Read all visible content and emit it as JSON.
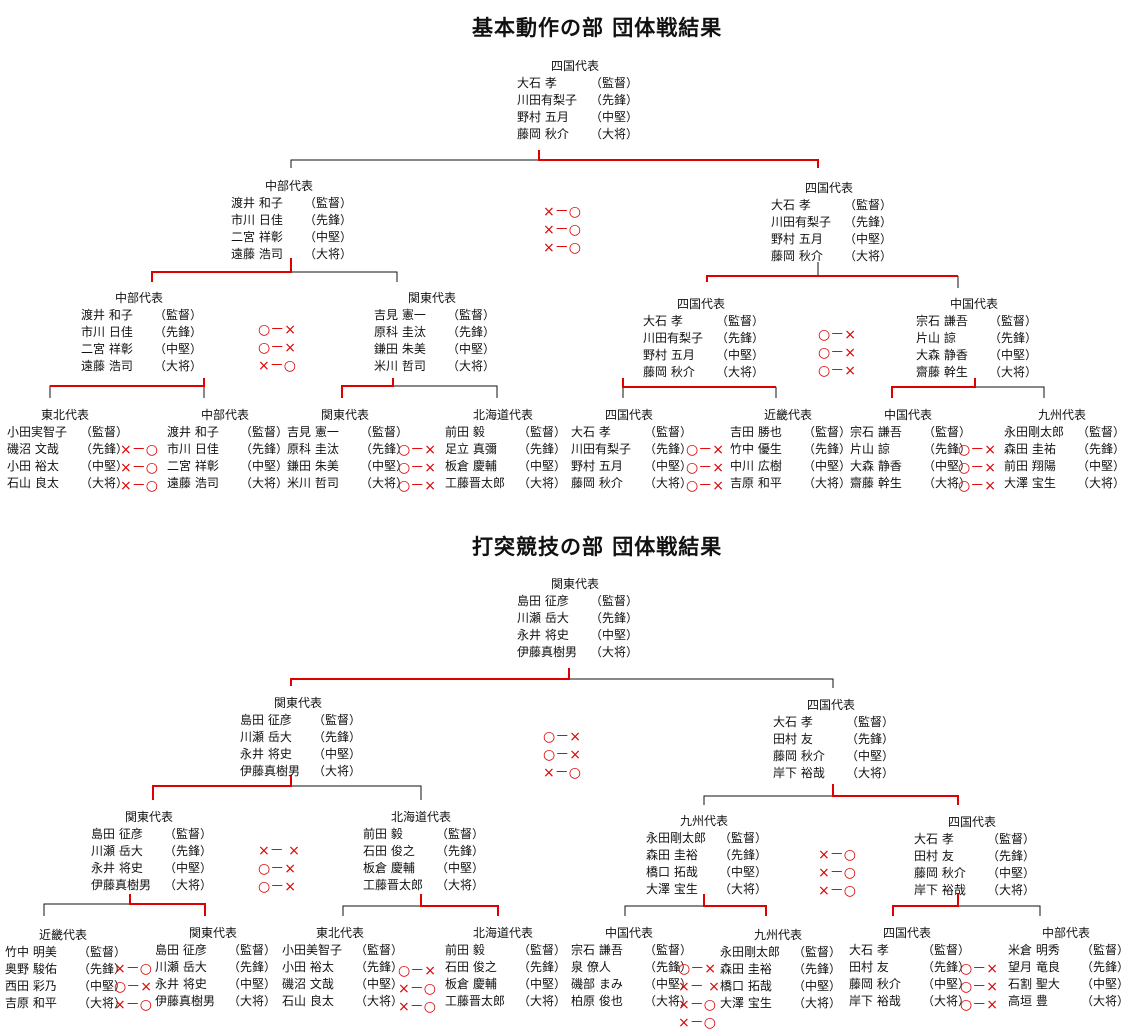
{
  "sections": [
    {
      "title": "基本動作の部 団体戦結果",
      "teams": [
        {
          "name": "四国代表",
          "members": [
            [
              "大石 孝",
              "（監督）"
            ],
            [
              "川田有梨子",
              "（先鋒）"
            ],
            [
              "野村 五月",
              "（中堅）"
            ],
            [
              "藤岡 秋介",
              "（大将）"
            ]
          ]
        },
        {
          "name": "中部代表",
          "members": [
            [
              "渡井 和子",
              "（監督）"
            ],
            [
              "市川 日佳",
              "（先鋒）"
            ],
            [
              "二宮 祥彰",
              "（中堅）"
            ],
            [
              "遠藤 浩司",
              "（大将）"
            ]
          ]
        },
        {
          "name": "四国代表",
          "members": [
            [
              "大石 孝",
              "（監督）"
            ],
            [
              "川田有梨子",
              "（先鋒）"
            ],
            [
              "野村 五月",
              "（中堅）"
            ],
            [
              "藤岡 秋介",
              "（大将）"
            ]
          ]
        },
        {
          "name": "中部代表",
          "members": [
            [
              "渡井 和子",
              "（監督）"
            ],
            [
              "市川 日佳",
              "（先鋒）"
            ],
            [
              "二宮 祥彰",
              "（中堅）"
            ],
            [
              "遠藤 浩司",
              "（大将）"
            ]
          ]
        },
        {
          "name": "関東代表",
          "members": [
            [
              "吉見 憲一",
              "（監督）"
            ],
            [
              "原科 圭汰",
              "（先鋒）"
            ],
            [
              "鎌田 朱美",
              "（中堅）"
            ],
            [
              "米川 哲司",
              "（大将）"
            ]
          ]
        },
        {
          "name": "四国代表",
          "members": [
            [
              "大石 孝",
              "（監督）"
            ],
            [
              "川田有梨子",
              "（先鋒）"
            ],
            [
              "野村 五月",
              "（中堅）"
            ],
            [
              "藤岡 秋介",
              "（大将）"
            ]
          ]
        },
        {
          "name": "中国代表",
          "members": [
            [
              "宗石 謙吾",
              "（監督）"
            ],
            [
              "片山 諒",
              "（先鋒）"
            ],
            [
              "大森 静香",
              "（中堅）"
            ],
            [
              "齋藤 幹生",
              "（大将）"
            ]
          ]
        },
        {
          "name": "東北代表",
          "members": [
            [
              "小田実智子",
              "（監督）"
            ],
            [
              "磯沼 文哉",
              "（先鋒）"
            ],
            [
              "小田 裕太",
              "（中堅）"
            ],
            [
              "石山 良太",
              "（大将）"
            ]
          ]
        },
        {
          "name": "中部代表",
          "members": [
            [
              "渡井 和子",
              "（監督）"
            ],
            [
              "市川 日佳",
              "（先鋒）"
            ],
            [
              "二宮 祥彰",
              "（中堅）"
            ],
            [
              "遠藤 浩司",
              "（大将）"
            ]
          ]
        },
        {
          "name": "関東代表",
          "members": [
            [
              "吉見 憲一",
              "（監督）"
            ],
            [
              "原科 圭汰",
              "（先鋒）"
            ],
            [
              "鎌田 朱美",
              "（中堅）"
            ],
            [
              "米川 哲司",
              "（大将）"
            ]
          ]
        },
        {
          "name": "北海道代表",
          "members": [
            [
              "前田 毅",
              "（監督）"
            ],
            [
              "足立 真彌",
              "（先鋒）"
            ],
            [
              "板倉 慶輔",
              "（中堅）"
            ],
            [
              "工藤晋太郎",
              "（大将）"
            ]
          ]
        },
        {
          "name": "四国代表",
          "members": [
            [
              "大石 孝",
              "（監督）"
            ],
            [
              "川田有梨子",
              "（先鋒）"
            ],
            [
              "野村 五月",
              "（中堅）"
            ],
            [
              "藤岡 秋介",
              "（大将）"
            ]
          ]
        },
        {
          "name": "近畿代表",
          "members": [
            [
              "吉田 勝也",
              "（監督）"
            ],
            [
              "竹中 優生",
              "（先鋒）"
            ],
            [
              "中川 広樹",
              "（中堅）"
            ],
            [
              "吉原 和平",
              "（大将）"
            ]
          ]
        },
        {
          "name": "中国代表",
          "members": [
            [
              "宗石 謙吾",
              "（監督）"
            ],
            [
              "片山 諒",
              "（先鋒）"
            ],
            [
              "大森 静香",
              "（中堅）"
            ],
            [
              "齋藤 幹生",
              "（大将）"
            ]
          ]
        },
        {
          "name": "九州代表",
          "members": [
            [
              "永田剛太郎",
              "（監督）"
            ],
            [
              "森田 圭祐",
              "（先鋒）"
            ],
            [
              "前田 翔陽",
              "（中堅）"
            ],
            [
              "大澤 宝生",
              "（大将）"
            ]
          ]
        }
      ],
      "results": [
        [
          "×－○",
          "×－○",
          "×－○"
        ],
        [
          "○－×",
          "○－×",
          "×－○"
        ],
        [
          "○－×",
          "○－×",
          "○－×"
        ],
        [
          "×－○",
          "×－○",
          "×－○"
        ],
        [
          "○－×",
          "○－×",
          "○－×"
        ],
        [
          "○－×",
          "○－×",
          "○－×"
        ],
        [
          "○－×",
          "○－×",
          "○－×"
        ]
      ]
    },
    {
      "title": "打突競技の部 団体戦結果",
      "teams": [
        {
          "name": "関東代表",
          "members": [
            [
              "島田 征彦",
              "（監督）"
            ],
            [
              "川瀬 岳大",
              "（先鋒）"
            ],
            [
              "永井 将史",
              "（中堅）"
            ],
            [
              "伊藤真樹男",
              "（大将）"
            ]
          ]
        },
        {
          "name": "関東代表",
          "members": [
            [
              "島田 征彦",
              "（監督）"
            ],
            [
              "川瀬 岳大",
              "（先鋒）"
            ],
            [
              "永井 将史",
              "（中堅）"
            ],
            [
              "伊藤真樹男",
              "（大将）"
            ]
          ]
        },
        {
          "name": "四国代表",
          "members": [
            [
              "大石 孝",
              "（監督）"
            ],
            [
              "田村 友",
              "（先鋒）"
            ],
            [
              "藤岡 秋介",
              "（中堅）"
            ],
            [
              "岸下 裕哉",
              "（大将）"
            ]
          ]
        },
        {
          "name": "関東代表",
          "members": [
            [
              "島田 征彦",
              "（監督）"
            ],
            [
              "川瀬 岳大",
              "（先鋒）"
            ],
            [
              "永井 将史",
              "（中堅）"
            ],
            [
              "伊藤真樹男",
              "（大将）"
            ]
          ]
        },
        {
          "name": "北海道代表",
          "members": [
            [
              "前田 毅",
              "（監督）"
            ],
            [
              "石田 俊之",
              "（先鋒）"
            ],
            [
              "板倉 慶輔",
              "（中堅）"
            ],
            [
              "工藤晋太郎",
              "（大将）"
            ]
          ]
        },
        {
          "name": "九州代表",
          "members": [
            [
              "永田剛太郎",
              "（監督）"
            ],
            [
              "森田 圭裕",
              "（先鋒）"
            ],
            [
              "橋口 拓哉",
              "（中堅）"
            ],
            [
              "大澤 宝生",
              "（大将）"
            ]
          ]
        },
        {
          "name": "四国代表",
          "members": [
            [
              "大石 孝",
              "（監督）"
            ],
            [
              "田村 友",
              "（先鋒）"
            ],
            [
              "藤岡 秋介",
              "（中堅）"
            ],
            [
              "岸下 裕哉",
              "（大将）"
            ]
          ]
        },
        {
          "name": "近畿代表",
          "members": [
            [
              "竹中 明美",
              "（監督）"
            ],
            [
              "奥野 駿佑",
              "（先鋒）"
            ],
            [
              "西田 彩乃",
              "（中堅）"
            ],
            [
              "吉原 和平",
              "（大将）"
            ]
          ]
        },
        {
          "name": "関東代表",
          "members": [
            [
              "島田 征彦",
              "（監督）"
            ],
            [
              "川瀬 岳大",
              "（先鋒）"
            ],
            [
              "永井 将史",
              "（中堅）"
            ],
            [
              "伊藤真樹男",
              "（大将）"
            ]
          ]
        },
        {
          "name": "東北代表",
          "members": [
            [
              "小田美智子",
              "（監督）"
            ],
            [
              "小田 裕太",
              "（先鋒）"
            ],
            [
              "磯沼 文哉",
              "（中堅）"
            ],
            [
              "石山 良太",
              "（大将）"
            ]
          ]
        },
        {
          "name": "北海道代表",
          "members": [
            [
              "前田 毅",
              "（監督）"
            ],
            [
              "石田 俊之",
              "（先鋒）"
            ],
            [
              "板倉 慶輔",
              "（中堅）"
            ],
            [
              "工藤晋太郎",
              "（大将）"
            ]
          ]
        },
        {
          "name": "中国代表",
          "members": [
            [
              "宗石 謙吾",
              "（監督）"
            ],
            [
              "泉 僚人",
              "（先鋒）"
            ],
            [
              "磯部 まみ",
              "（中堅）"
            ],
            [
              "柏原 俊也",
              "（大将）"
            ]
          ]
        },
        {
          "name": "九州代表",
          "members": [
            [
              "永田剛太郎",
              "（監督）"
            ],
            [
              "森田 圭裕",
              "（先鋒）"
            ],
            [
              "橋口 拓哉",
              "（中堅）"
            ],
            [
              "大澤 宝生",
              "（大将）"
            ]
          ]
        },
        {
          "name": "四国代表",
          "members": [
            [
              "大石 孝",
              "（監督）"
            ],
            [
              "田村 友",
              "（先鋒）"
            ],
            [
              "藤岡 秋介",
              "（中堅）"
            ],
            [
              "岸下 裕哉",
              "（大将）"
            ]
          ]
        },
        {
          "name": "中部代表",
          "members": [
            [
              "米倉 明秀",
              "（監督）"
            ],
            [
              "望月 竜良",
              "（先鋒）"
            ],
            [
              "石割 聖大",
              "（中堅）"
            ],
            [
              "高垣 豊",
              "（大将）"
            ]
          ]
        }
      ],
      "results": [
        [
          "○－×",
          "○－×",
          "×－○"
        ],
        [
          "×－ ×",
          "○－×",
          "○－×"
        ],
        [
          "×－○",
          "×－○",
          "×－○"
        ],
        [
          "×－○",
          "○－×",
          "×－○"
        ],
        [
          "○－×",
          "×－○",
          "×－○"
        ],
        [
          "○－×",
          "×－ ×",
          "×－○",
          "×－○"
        ],
        [
          "○－×",
          "○－×",
          "○－×"
        ]
      ]
    }
  ]
}
